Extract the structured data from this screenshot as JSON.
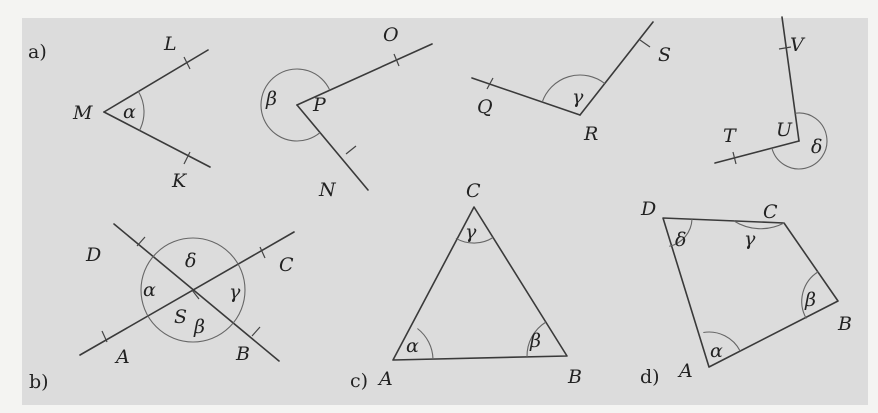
{
  "figure": {
    "background": "#f4f4f2",
    "panel_color": "#dcdcdc",
    "line_color": "#3a3a3a",
    "arc_color": "#666666"
  },
  "a": {
    "part": "a)",
    "angle1": {
      "vertex": "M",
      "p1": "L",
      "p2": "K",
      "angle": "α"
    },
    "angle2": {
      "vertex": "P",
      "p1": "O",
      "p2": "N",
      "angle": "β"
    },
    "angle3": {
      "vertex": "R",
      "p1": "Q",
      "p2": "S",
      "angle": "γ"
    },
    "angle4": {
      "vertex": "U",
      "p1": "V",
      "p2": "T",
      "angle": "δ"
    }
  },
  "b": {
    "part": "b)",
    "center": "S",
    "points": {
      "A": "A",
      "B": "B",
      "C": "C",
      "D": "D"
    },
    "angles": {
      "alpha": "α",
      "beta": "β",
      "gamma": "γ",
      "delta": "δ"
    }
  },
  "c": {
    "part": "c)",
    "vertices": {
      "A": "A",
      "B": "B",
      "C": "C"
    },
    "angles": {
      "alpha": "α",
      "beta": "β",
      "gamma": "γ"
    }
  },
  "d": {
    "part": "d)",
    "vertices": {
      "A": "A",
      "B": "B",
      "C": "C",
      "D": "D"
    },
    "angles": {
      "alpha": "α",
      "beta": "β",
      "gamma": "γ",
      "delta": "δ"
    }
  }
}
